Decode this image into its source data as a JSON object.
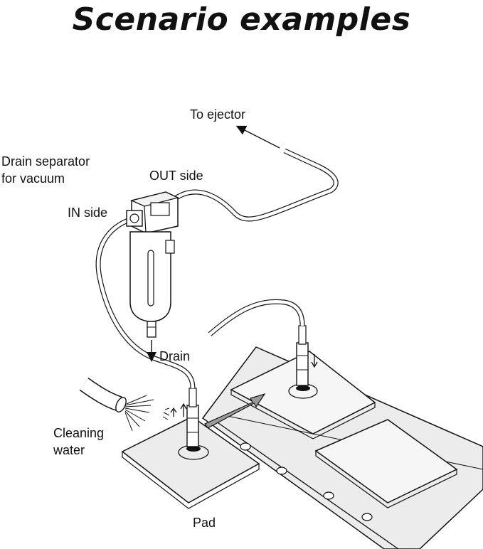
{
  "title": "Scenario examples",
  "labels": {
    "to_ejector": "To ejector",
    "drain_separator_line1": "Drain separator",
    "drain_separator_line2": "for vacuum",
    "out_side": "OUT side",
    "in_side": "IN side",
    "drain": "Drain",
    "cleaning_line1": "Cleaning",
    "cleaning_line2": "water",
    "pad": "Pad"
  },
  "colors": {
    "ink": "#111111",
    "panel_fill": "#ececec",
    "background": "#ffffff",
    "arrow_fill": "#9a9a9a"
  }
}
